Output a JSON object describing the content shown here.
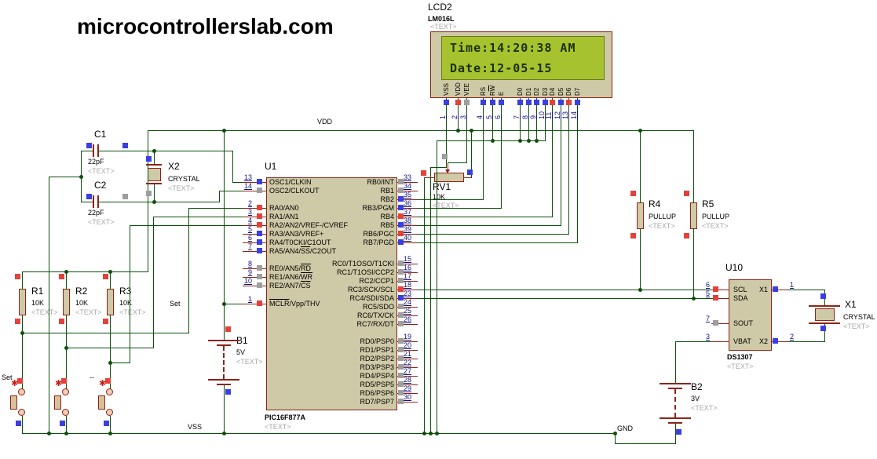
{
  "title": "microcontrollerslab.com",
  "net_labels": {
    "vdd": "VDD",
    "vss": "VSS",
    "gnd": "GND",
    "set": "Set"
  },
  "lcd": {
    "ref": "LCD2",
    "part": "LM016L",
    "placeholder": "<TEXT>",
    "screen": {
      "line1": "Time:14:20:38 AM",
      "line2": "Date:12-05-15"
    },
    "pins": [
      {
        "num": "1",
        "name": "VSS",
        "sq": "blue"
      },
      {
        "num": "2",
        "name": "VDD",
        "sq": "red"
      },
      {
        "num": "3",
        "name": "VEE",
        "sq": "gray"
      },
      {
        "num": "4",
        "name": "RS",
        "sq": "blue"
      },
      {
        "num": "5",
        "name": "R~W~",
        "sq": "blue"
      },
      {
        "num": "6",
        "name": "E",
        "sq": "blue"
      },
      {
        "num": "7",
        "name": "D0",
        "sq": "blue"
      },
      {
        "num": "8",
        "name": "D1",
        "sq": "blue"
      },
      {
        "num": "9",
        "name": "D2",
        "sq": "blue"
      },
      {
        "num": "10",
        "name": "D3",
        "sq": "blue"
      },
      {
        "num": "11",
        "name": "D4",
        "sq": "red"
      },
      {
        "num": "12",
        "name": "D5",
        "sq": "blue"
      },
      {
        "num": "13",
        "name": "D6",
        "sq": "red"
      },
      {
        "num": "14",
        "name": "D7",
        "sq": "blue"
      }
    ]
  },
  "u1": {
    "ref": "U1",
    "part": "PIC16F877A",
    "placeholder": "<TEXT>",
    "left_pins": [
      {
        "num": "13",
        "name": "OSC1/CLKIN",
        "sq": "blue"
      },
      {
        "num": "14",
        "name": "OSC2/CLKOUT",
        "sq": "gray"
      },
      {
        "num": "2",
        "name": "RA0/AN0",
        "sq": "red"
      },
      {
        "num": "3",
        "name": "RA1/AN1",
        "sq": "red"
      },
      {
        "num": "4",
        "name": "RA2/AN2/VREF-/CVREF",
        "sq": "red"
      },
      {
        "num": "5",
        "name": "RA3/AN3/VREF+",
        "sq": "blue"
      },
      {
        "num": "6",
        "name": "RA4/T0CKI/C1OUT",
        "sq": "blue"
      },
      {
        "num": "7",
        "name": "RA5/AN4/~SS~/C2OUT",
        "sq": "blue"
      },
      {
        "num": "8",
        "name": "RE0/AN5/~RD~",
        "sq": "gray"
      },
      {
        "num": "9",
        "name": "RE1/AN6/~WR~",
        "sq": "gray"
      },
      {
        "num": "10",
        "name": "RE2/AN7/~CS~",
        "sq": "gray"
      },
      {
        "num": "1",
        "name": "~MCLR~/Vpp/THV",
        "sq": "red"
      }
    ],
    "right_pins": [
      {
        "num": "33",
        "name": "RB0/INT",
        "sq": "gray"
      },
      {
        "num": "34",
        "name": "RB1",
        "sq": "gray"
      },
      {
        "num": "35",
        "name": "RB2",
        "sq": "blue"
      },
      {
        "num": "36",
        "name": "RB3/PGM",
        "sq": "blue"
      },
      {
        "num": "37",
        "name": "RB4",
        "sq": "red"
      },
      {
        "num": "38",
        "name": "RB5",
        "sq": "blue"
      },
      {
        "num": "39",
        "name": "RB6/PGC",
        "sq": "red"
      },
      {
        "num": "40",
        "name": "RB7/PGD",
        "sq": "blue"
      },
      {
        "num": "15",
        "name": "RC0/T1OSO/T1CKI",
        "sq": "gray"
      },
      {
        "num": "16",
        "name": "RC1/T1OSI/CCP2",
        "sq": "gray"
      },
      {
        "num": "17",
        "name": "RC2/CCP1",
        "sq": "gray"
      },
      {
        "num": "18",
        "name": "RC3/SCK/SCL",
        "sq": "red"
      },
      {
        "num": "23",
        "name": "RC4/SDI/SDA",
        "sq": "blue"
      },
      {
        "num": "24",
        "name": "RC5/SDO",
        "sq": "gray"
      },
      {
        "num": "25",
        "name": "RC6/TX/CK",
        "sq": "gray"
      },
      {
        "num": "26",
        "name": "RC7/RX/DT",
        "sq": "gray"
      },
      {
        "num": "19",
        "name": "RD0/PSP0",
        "sq": "gray"
      },
      {
        "num": "20",
        "name": "RD1/PSP1",
        "sq": "gray"
      },
      {
        "num": "21",
        "name": "RD2/PSP2",
        "sq": "gray"
      },
      {
        "num": "22",
        "name": "RD3/PSP3",
        "sq": "gray"
      },
      {
        "num": "27",
        "name": "RD4/PSP4",
        "sq": "gray"
      },
      {
        "num": "28",
        "name": "RD5/PSP5",
        "sq": "gray"
      },
      {
        "num": "29",
        "name": "RD6/PSP6",
        "sq": "gray"
      },
      {
        "num": "30",
        "name": "RD7/PSP7",
        "sq": "gray"
      }
    ]
  },
  "u10": {
    "ref": "U10",
    "part": "DS1307",
    "placeholder": "<TEXT>",
    "left_pins": [
      {
        "num": "6",
        "name": "SCL",
        "sq": "red"
      },
      {
        "num": "5",
        "name": "SDA",
        "sq": "red"
      },
      {
        "num": "7",
        "name": "SOUT",
        "sq": "gray"
      },
      {
        "num": "3",
        "name": "VBAT",
        "sq": ""
      }
    ],
    "right_pins": [
      {
        "num": "1",
        "name": "X1",
        "sq": "blue"
      },
      {
        "num": "2",
        "name": "X2",
        "sq": "blue"
      }
    ]
  },
  "components": {
    "rv1": {
      "ref": "RV1",
      "value": "10K",
      "placeholder": "<TEXT>"
    },
    "r1": {
      "ref": "R1",
      "value": "10K",
      "placeholder": "<TEXT>"
    },
    "r2": {
      "ref": "R2",
      "value": "10K",
      "placeholder": "<TEXT>"
    },
    "r3": {
      "ref": "R3",
      "value": "10K",
      "placeholder": "<TEXT>"
    },
    "r4": {
      "ref": "R4",
      "value": "PULLUP",
      "placeholder": "<TEXT>"
    },
    "r5": {
      "ref": "R5",
      "value": "PULLUP",
      "placeholder": "<TEXT>"
    },
    "c1": {
      "ref": "C1",
      "value": "22pF",
      "placeholder": "<TEXT>"
    },
    "c2": {
      "ref": "C2",
      "value": "22pF",
      "placeholder": "<TEXT>"
    },
    "x1": {
      "ref": "X1",
      "value": "CRYSTAL",
      "placeholder": "<TEXT>"
    },
    "x2": {
      "ref": "X2",
      "value": "CRYSTAL",
      "placeholder": "<TEXT>"
    },
    "b1": {
      "ref": "B1",
      "value": "5V",
      "placeholder": "<TEXT>"
    },
    "b2": {
      "ref": "B2",
      "value": "3V",
      "placeholder": "<TEXT>"
    }
  },
  "buttons": [
    {
      "label": "Set"
    },
    {
      "label": ""
    },
    {
      "label": "--"
    }
  ]
}
